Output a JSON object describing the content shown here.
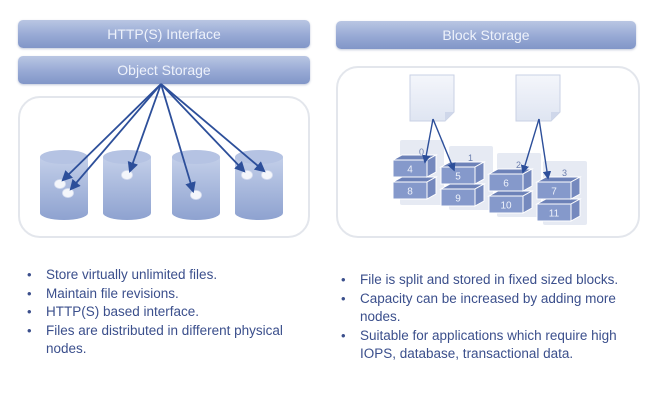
{
  "object_storage": {
    "interface_label": "HTTP(S) Interface",
    "title": "Object Storage",
    "node_count": 4,
    "objects_per_node": [
      2,
      1,
      1,
      2
    ],
    "bullets": [
      "Store virtually unlimited files.",
      "Maintain file revisions.",
      "HTTP(S) based interface.",
      "Files are distributed in different physical nodes."
    ]
  },
  "block_storage": {
    "title": "Block Storage",
    "file_count": 2,
    "node_labels": [
      "0",
      "1",
      "2",
      "3"
    ],
    "block_stacks": [
      [
        "4",
        "8"
      ],
      [
        "5",
        "9"
      ],
      [
        "6",
        "10"
      ],
      [
        "7",
        "11"
      ]
    ],
    "bullets": [
      "File is split and stored in fixed sized blocks.",
      "Capacity can be increased by adding more nodes.",
      "Suitable for applications which require high IOPS, database, transactional data."
    ]
  },
  "colors": {
    "bar": "#97a9d4",
    "arrow": "#2d4f9a",
    "cylinder": "#9eb0d6",
    "block": "#7f93c6",
    "text": "#3b4f8c"
  }
}
